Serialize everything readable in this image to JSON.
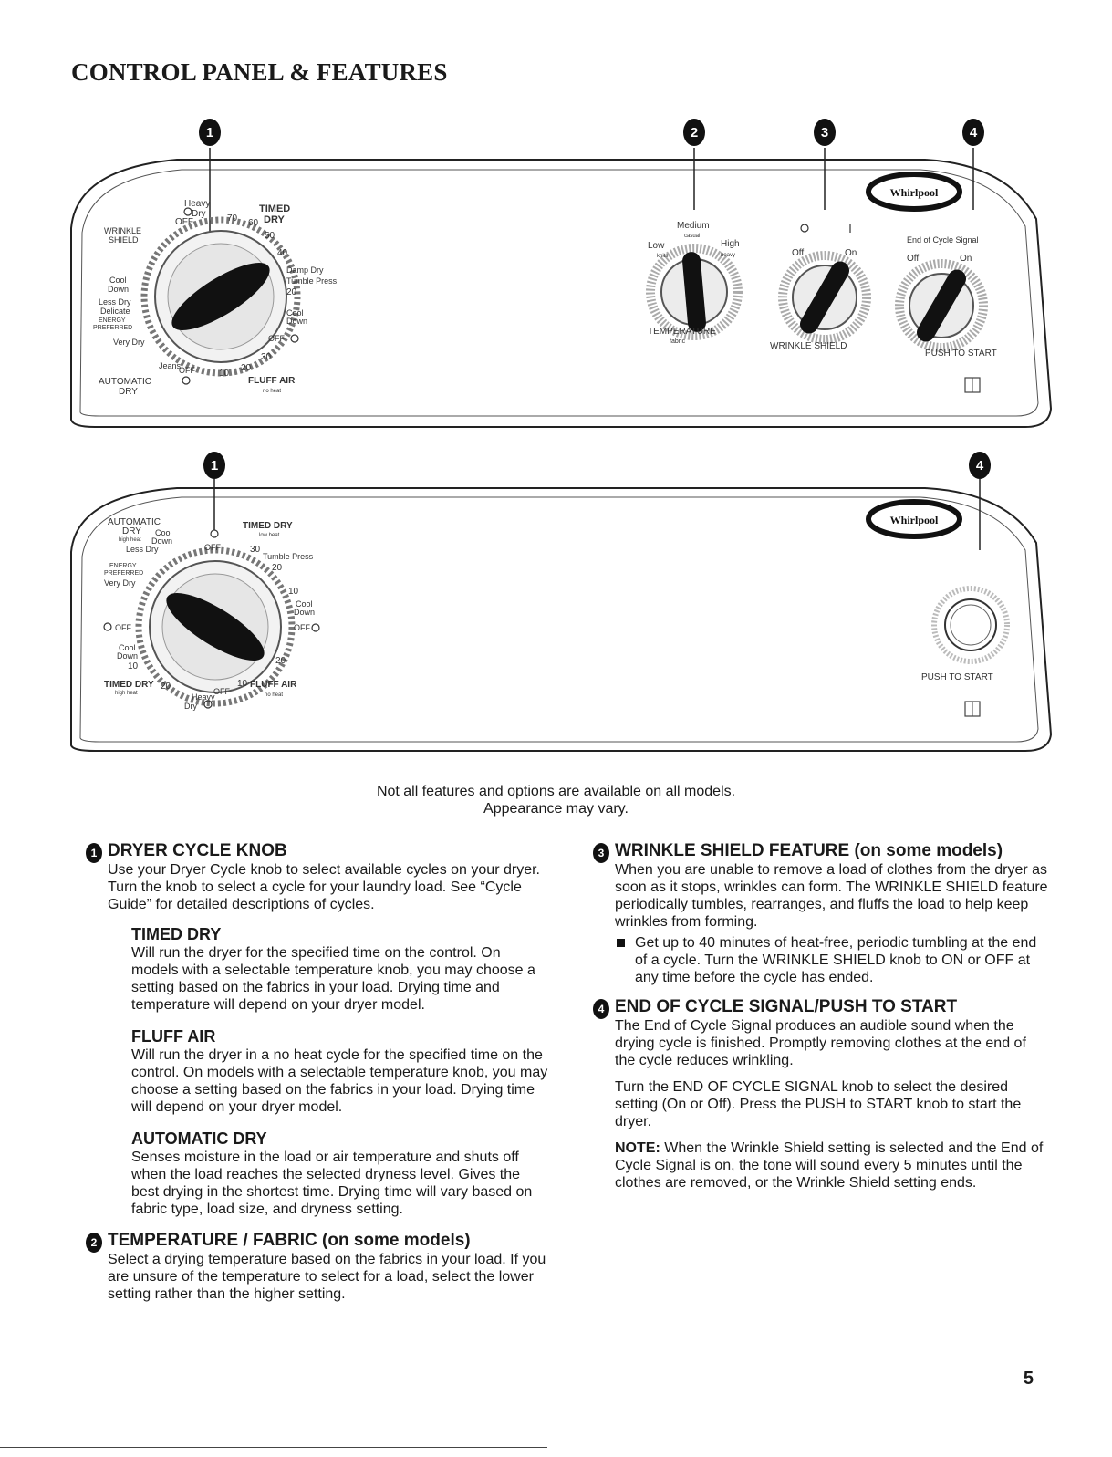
{
  "page_title": "CONTROL PANEL & FEATURES",
  "callouts": {
    "one": "1",
    "two": "2",
    "three": "3",
    "four": "4"
  },
  "panel_top": {
    "dial_labels": {
      "heavy_dry": "Heavy",
      "heavy_dry2": "Dry",
      "off_top": "OFF",
      "timed": "TIMED",
      "dry": "DRY",
      "seventy": "70",
      "sixty": "60",
      "fifty": "50",
      "forty": "40",
      "thirty": "30",
      "twenty_a": "20",
      "twenty_b": "20",
      "ten": "10",
      "damp_dry": "Damp Dry",
      "tumble_press": "Tumble Press",
      "cool": "Cool",
      "down": "Down",
      "off_right": "OFF",
      "wrinkle": "WRINKLE",
      "shield": "SHIELD",
      "cool_l": "Cool",
      "down_l": "Down",
      "less_dry": "Less Dry",
      "delicate": "Delicate",
      "energy": "ENERGY",
      "preferred": "PREFERRED",
      "very_dry": "Very Dry",
      "jeans": "Jeans",
      "off_bottom": "OFF",
      "automatic": "AUTOMATIC",
      "dry_b": "DRY",
      "fluff_air": "FLUFF AIR",
      "no_heat": "no heat"
    },
    "temperature": {
      "medium": "Medium",
      "casual": "casual",
      "low": "Low",
      "knits": "knits",
      "high": "High",
      "heavy": "heavy",
      "label": "TEMPERATURE",
      "fabric": "fabric"
    },
    "wrinkle_shield": {
      "off": "Off",
      "on": "On",
      "label": "WRINKLE SHIELD"
    },
    "end_of_cycle": {
      "arc": "End of Cycle Signal",
      "off": "Off",
      "on": "On",
      "push": "PUSH TO START"
    },
    "brand": "Whirlpool"
  },
  "panel_bottom": {
    "dial_labels": {
      "automatic": "AUTOMATIC",
      "dry": "DRY",
      "high_heat_a": "high heat",
      "cool": "Cool",
      "down": "Down",
      "off_top": "OFF",
      "timed_dry": "TIMED DRY",
      "low_heat": "low heat",
      "less_dry": "Less Dry",
      "thirty": "30",
      "tumble_press": "Tumble Press",
      "twenty_a": "20",
      "energy": "ENERGY",
      "preferred": "PREFERRED",
      "very_dry": "Very Dry",
      "ten_a": "10",
      "cool_r": "Cool",
      "down_r": "Down",
      "off_left": "OFF",
      "off_right": "OFF",
      "cool_l": "Cool",
      "down_l": "Down",
      "ten_b": "10",
      "twenty_b": "20",
      "timed_dry_b": "TIMED DRY",
      "high_heat_b": "high heat",
      "twenty_c": "20",
      "ten_c": "10",
      "off_bottom": "OFF",
      "fluff_air": "FLUFF AIR",
      "no_heat": "no heat",
      "heavy": "Heavy",
      "dry_b": "Dry"
    },
    "push": "PUSH TO START",
    "brand": "Whirlpool"
  },
  "availability_note": {
    "line1": "Not all features and options are available on all models.",
    "line2": "Appearance may vary."
  },
  "sections": {
    "cycle_knob": {
      "num": "1",
      "heading": "DRYER CYCLE KNOB",
      "body": "Use your Dryer Cycle knob to select available cycles on your dryer. Turn the knob to select a cycle for your laundry load. See “Cycle Guide” for detailed descriptions of cycles.",
      "timed_dry": {
        "heading": "TIMED DRY",
        "body": "Will run the dryer for the specified time on the control. On models with a selectable temperature knob, you may choose a setting based on the fabrics in your load. Drying time and temperature will depend on your dryer model."
      },
      "fluff_air": {
        "heading": "FLUFF AIR",
        "body": "Will run the dryer in a no heat cycle for the specified time on the control. On models with a selectable temperature knob, you may choose a setting based on the fabrics in your load. Drying time will depend on your dryer model."
      },
      "automatic_dry": {
        "heading": "AUTOMATIC DRY",
        "body": "Senses moisture in the load or air temperature and shuts off when the load reaches the selected dryness level. Gives the best drying in the shortest time. Drying time will vary based on fabric type, load size, and dryness setting."
      }
    },
    "temperature": {
      "num": "2",
      "heading": "TEMPERATURE / FABRIC (on some models)",
      "body": "Select a drying temperature based on the fabrics in your load. If you are unsure of the temperature to select for a load, select the lower setting rather than the higher setting."
    },
    "wrinkle_shield": {
      "num": "3",
      "heading": "WRINKLE SHIELD FEATURE (on some models)",
      "body": "When you are unable to remove a load of clothes from the dryer as soon as it stops, wrinkles can form. The WRINKLE SHIELD feature periodically tumbles, rearranges, and fluffs the load to help keep wrinkles from forming.",
      "bullet": "Get up to 40 minutes of heat-free, periodic tumbling at the end of a cycle. Turn the WRINKLE SHIELD knob to ON or OFF at any time before the cycle has ended."
    },
    "end_of_cycle": {
      "num": "4",
      "heading": "END OF CYCLE SIGNAL/PUSH TO START",
      "body1": "The End of Cycle Signal produces an audible sound when the drying cycle is finished. Promptly removing clothes at the end of the cycle reduces wrinkling.",
      "body2": "Turn the END OF CYCLE SIGNAL knob to select the desired setting (On or Off). Press the PUSH to START knob to start the dryer.",
      "note_label": "NOTE:",
      "note_body": " When the Wrinkle Shield setting is selected and the End of Cycle Signal is on, the tone will sound every 5 minutes until the clothes are removed, or the Wrinkle Shield setting ends."
    }
  },
  "page_number": "5"
}
